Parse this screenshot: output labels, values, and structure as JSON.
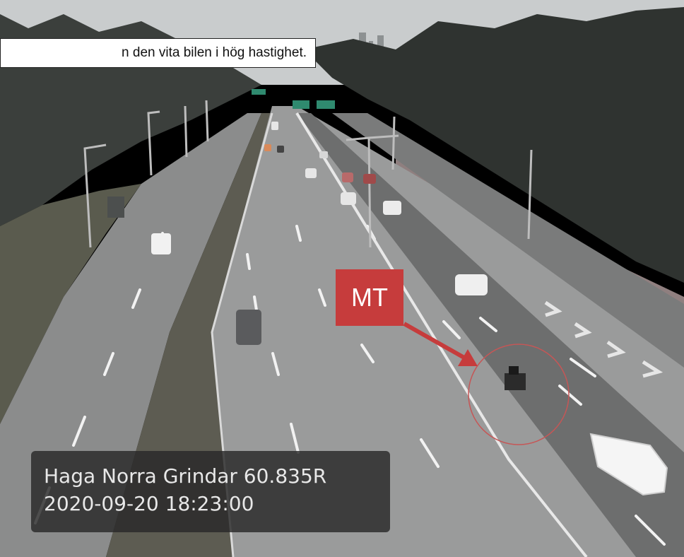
{
  "caption": {
    "text": "n den vita bilen i hög hastighet."
  },
  "annotation": {
    "label": "MT",
    "color": "#c63c3c"
  },
  "camera_overlay": {
    "location": "Haga Norra Grindar 60.835R",
    "timestamp": "2020-09-20 18:23:00"
  }
}
